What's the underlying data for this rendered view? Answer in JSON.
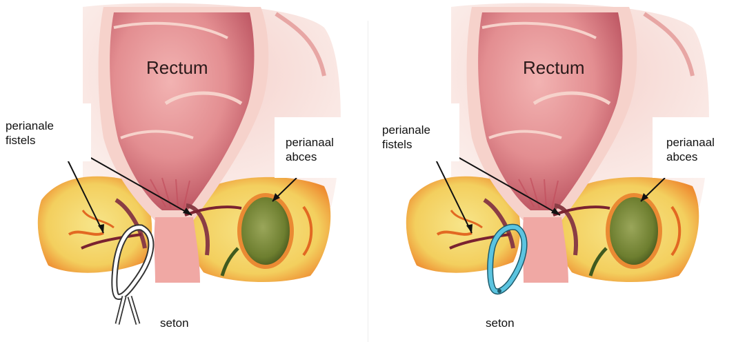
{
  "figure": {
    "panels": [
      {
        "id": "left",
        "seton_color": "#ffffff",
        "labels": {
          "rectum": "Rectum",
          "fistula": "perianale\nfistels",
          "abscess": "perianaal\nabces",
          "seton": "seton"
        }
      },
      {
        "id": "right",
        "seton_color": "#5bc4e0",
        "labels": {
          "rectum": "Rectum",
          "fistula": "perianale\nfistels",
          "abscess": "perianaal\nabces",
          "seton": "seton"
        }
      }
    ],
    "colors": {
      "rectum_fill": "#e58e91",
      "rectum_wall": "#f6d2cb",
      "fat": "#f4dc7a",
      "fat_inflamed": "#ef7d28",
      "abscess": "#7b8b34",
      "background_tissue": "#f6e2dd"
    }
  }
}
